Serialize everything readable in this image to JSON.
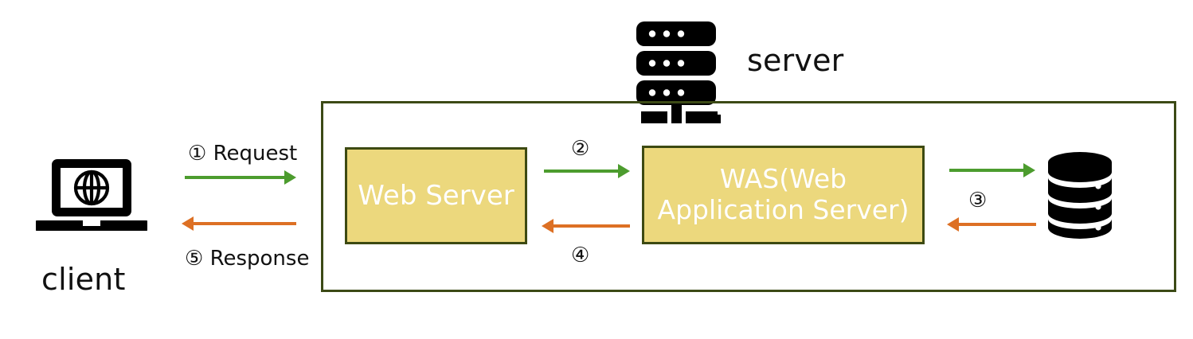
{
  "diagram": {
    "title": "Web Server / WAS request-response flow",
    "background": "#ffffff",
    "colors": {
      "frame_border": "#3c4a16",
      "box_fill": "#ecd87d",
      "box_border": "#3d4a12",
      "box_text": "#ffffff",
      "request_arrow": "#4c9c2e",
      "response_arrow": "#dd7024",
      "icon": "#000000",
      "label_text": "#111111"
    }
  },
  "client": {
    "caption": "client",
    "icon": "laptop-globe-icon"
  },
  "server_zone": {
    "caption": "server",
    "icon": "server-rack-icon"
  },
  "nodes": {
    "web_server": {
      "label": "Web Server"
    },
    "was": {
      "line1": "WAS(Web",
      "line2": "Application Server)",
      "full_label": "WAS(Web Application Server)"
    },
    "database": {
      "icon": "database-cylinder-icon"
    }
  },
  "flows": [
    {
      "step": "①",
      "label": "① Request",
      "direction": "right",
      "color": "#4c9c2e",
      "from": "client",
      "to": "web-server"
    },
    {
      "step": "②",
      "label": "②",
      "direction": "right",
      "color": "#4c9c2e",
      "from": "web-server",
      "to": "was"
    },
    {
      "step": "③",
      "label": "③",
      "direction": "both",
      "color": "#4c9c2e",
      "from": "was",
      "to": "database"
    },
    {
      "step": "④",
      "label": "④",
      "direction": "left",
      "color": "#dd7024",
      "from": "was",
      "to": "web-server"
    },
    {
      "step": "⑤",
      "label": "⑤ Response",
      "direction": "left",
      "color": "#dd7024",
      "from": "web-server",
      "to": "client"
    }
  ]
}
